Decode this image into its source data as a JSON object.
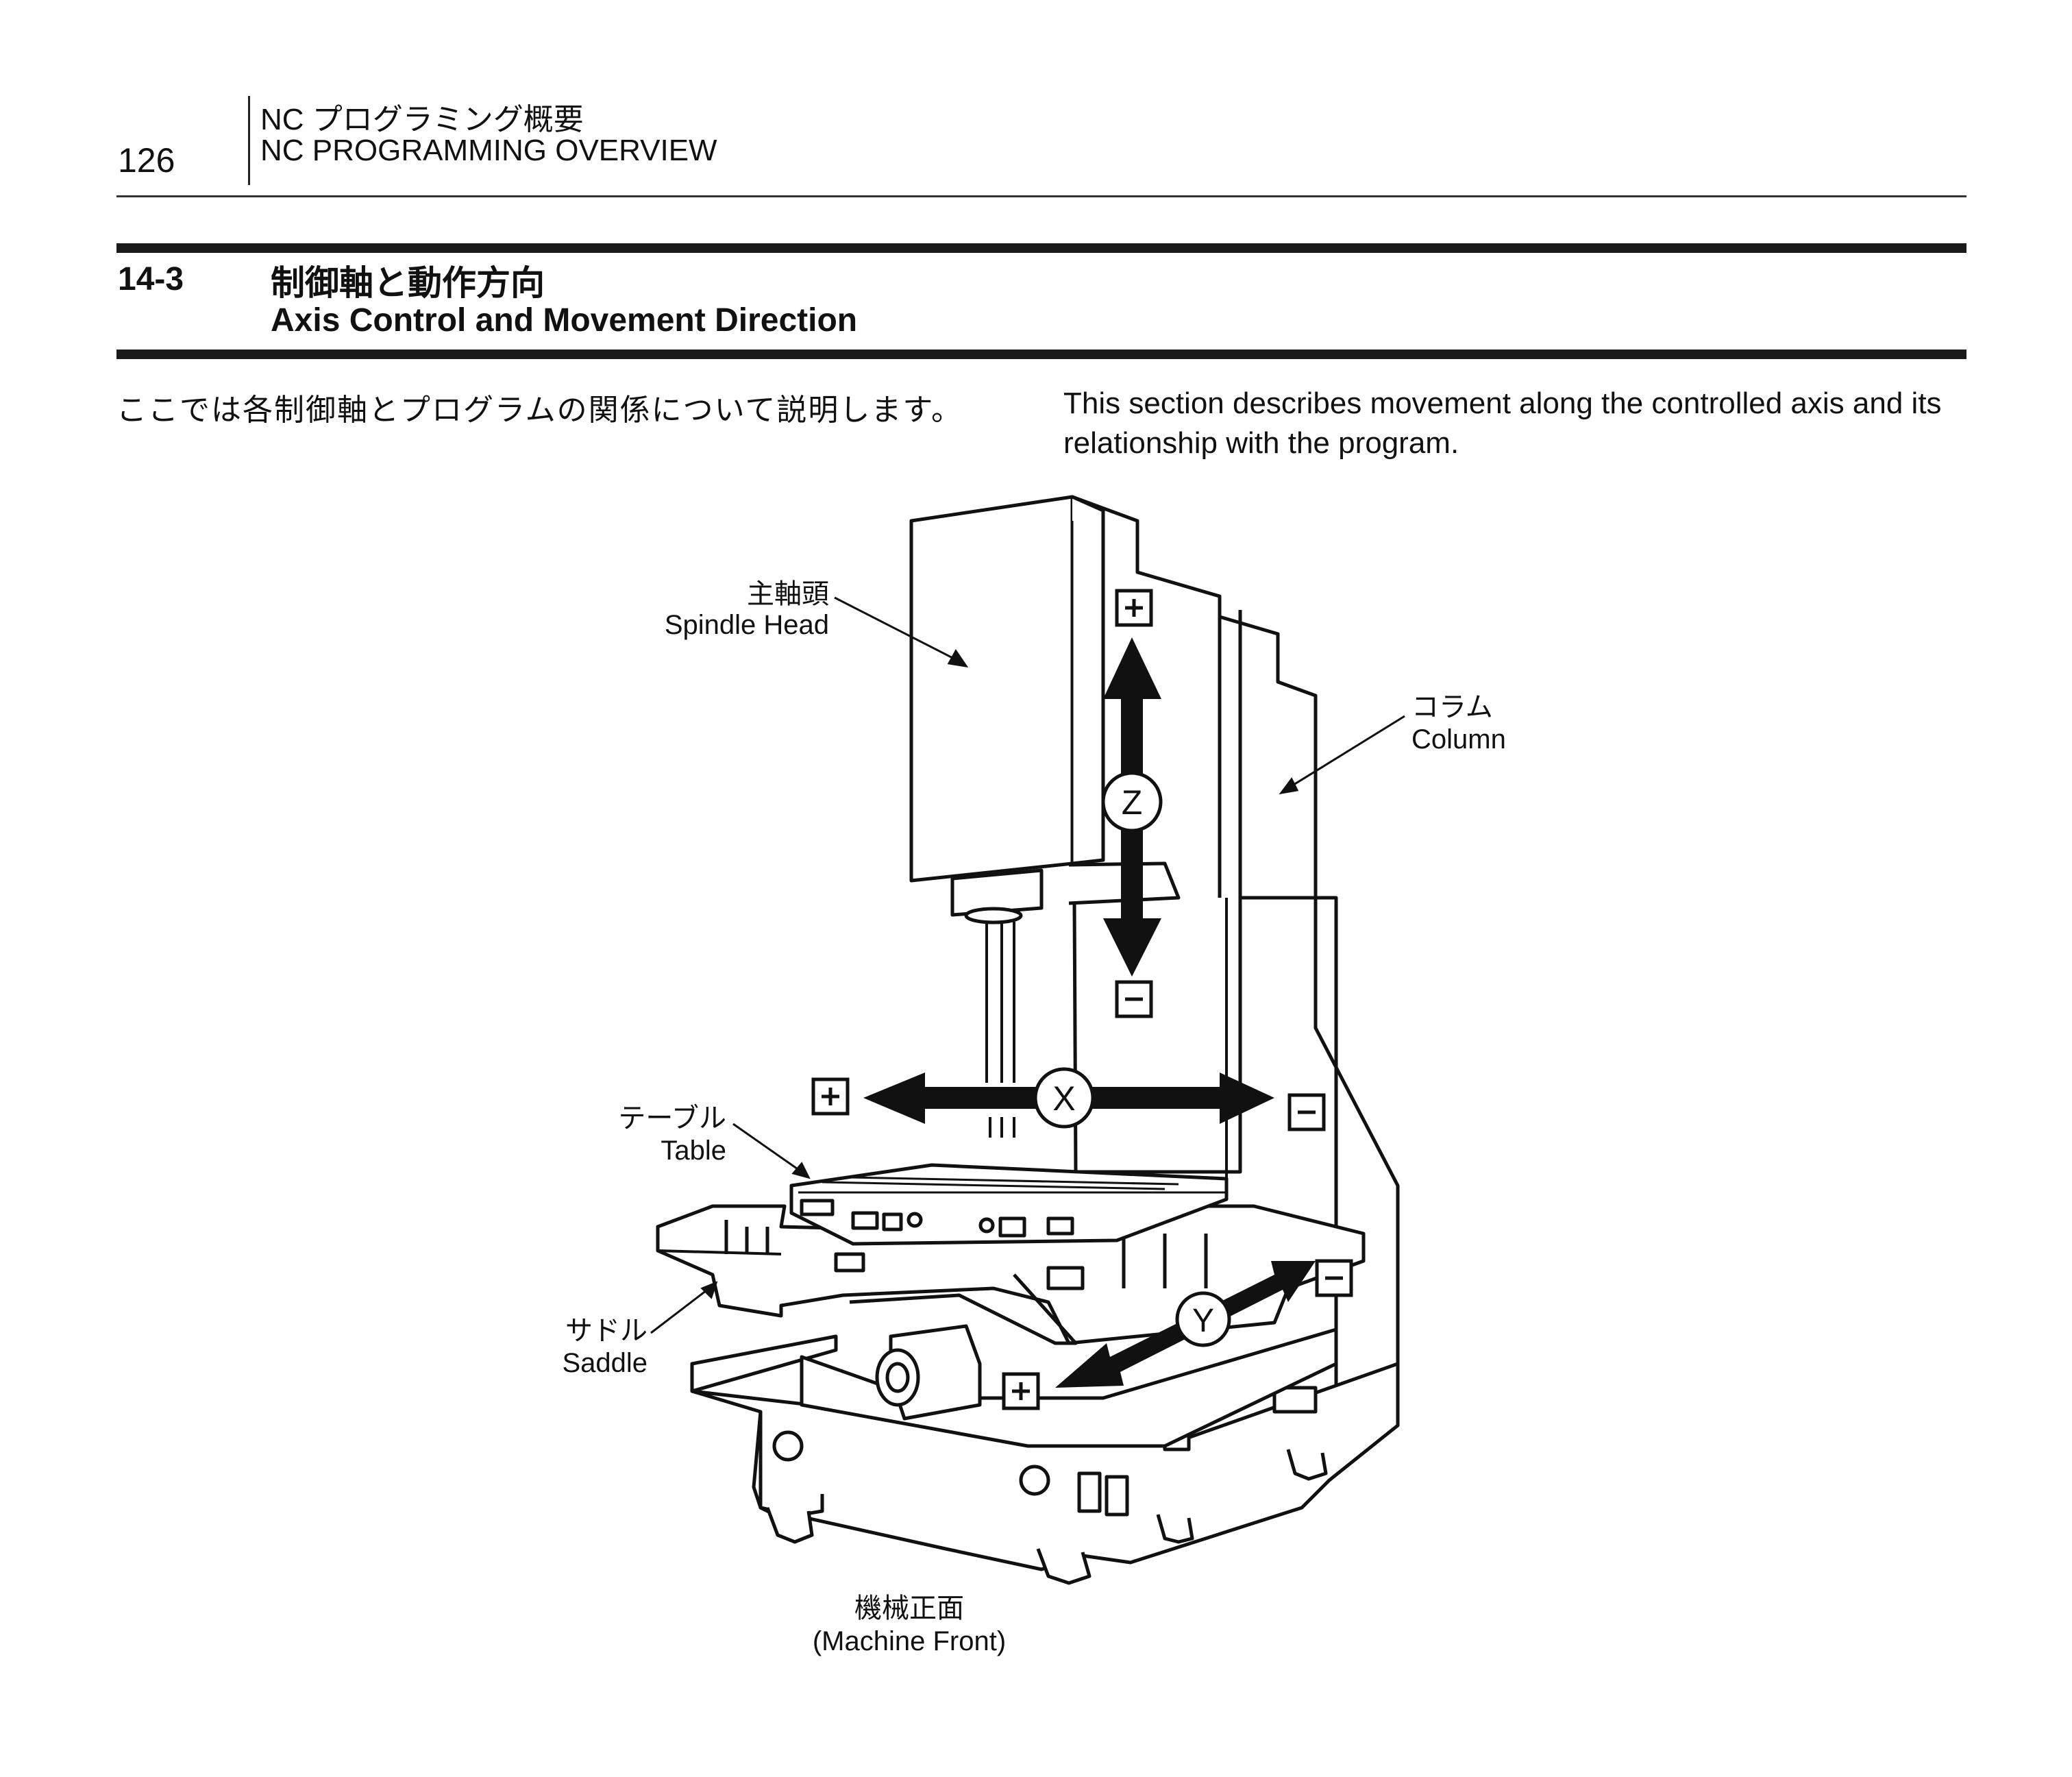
{
  "header": {
    "page_number": "126",
    "title_jp": "NC プログラミング概要",
    "title_en": "NC PROGRAMMING OVERVIEW"
  },
  "section": {
    "number": "14-3",
    "title_jp": "制御軸と動作方向",
    "title_en": "Axis Control and Movement Direction"
  },
  "intro": {
    "jp": "ここでは各制御軸とプログラムの関係について説明します。",
    "en": "This section describes movement along the controlled axis and its relationship with the program."
  },
  "figure": {
    "labels": {
      "spindle_head_jp": "主軸頭",
      "spindle_head_en": "Spindle Head",
      "column_jp": "コラム",
      "column_en": "Column",
      "table_jp": "テーブル",
      "table_en": "Table",
      "saddle_jp": "サドル",
      "saddle_en": "Saddle",
      "front_jp": "機械正面",
      "front_en": "(Machine Front)"
    },
    "axes": {
      "z": "Z",
      "x": "X",
      "y": "Y"
    }
  }
}
